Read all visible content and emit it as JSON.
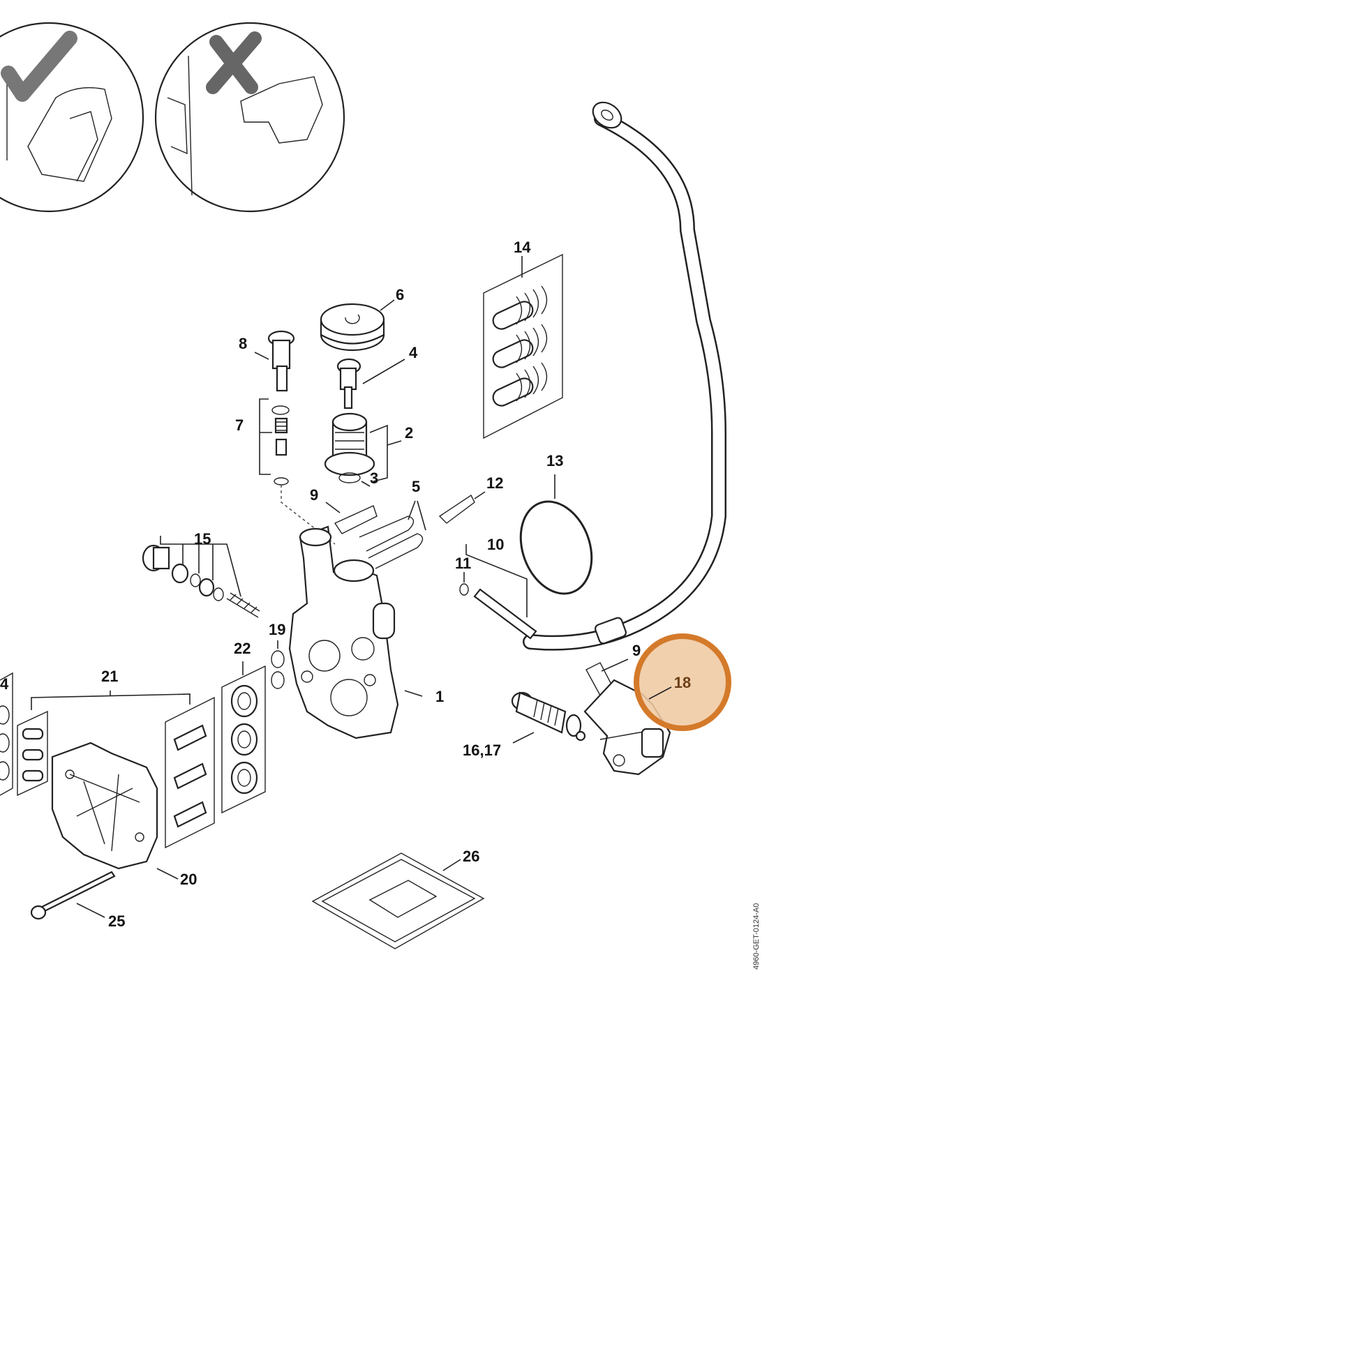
{
  "diagram": {
    "drawing_code": "4960-GET-0124-A0",
    "highlight": {
      "label": "18",
      "fill_color": "#EFC9A3",
      "ring_color": "#D47A2A"
    },
    "callouts": {
      "c1": "1",
      "c2": "2",
      "c3": "3",
      "c4": "4",
      "c5": "5",
      "c6": "6",
      "c7": "7",
      "c8": "8",
      "c9a": "9",
      "c9b": "9",
      "c10": "10",
      "c11": "11",
      "c12": "12",
      "c13": "13",
      "c14": "14",
      "c14e": "4",
      "c15": "15",
      "c16_17": "16,17",
      "c19": "19",
      "c20": "20",
      "c21": "21",
      "c22": "22",
      "c25": "25",
      "c26": "26"
    },
    "icons": {
      "correct": "check-mark-icon",
      "incorrect": "x-mark-icon"
    }
  }
}
